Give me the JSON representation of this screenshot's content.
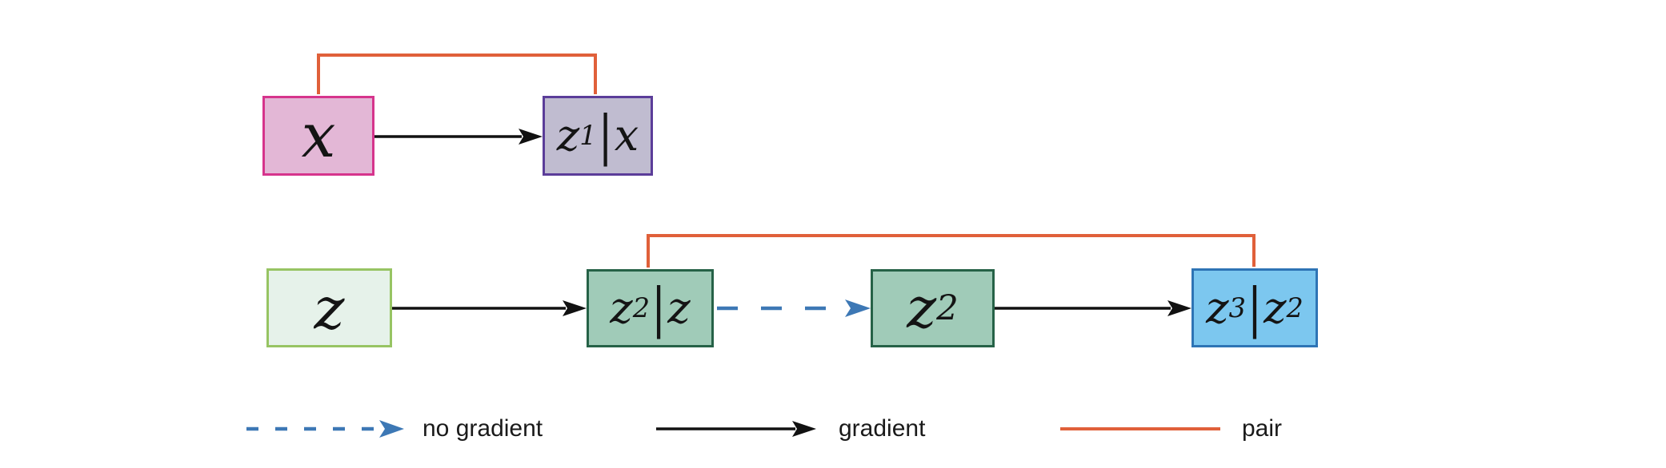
{
  "figure": {
    "type": "diagram",
    "description": "Two rows of boxes linked by gradient arrows, a no-gradient dashed arrow, and orange pair brackets"
  },
  "nodes": {
    "x": {
      "main": "x"
    },
    "z1_given_x": {
      "main": "z",
      "sub": "1",
      "bar": "|",
      "cond": "x"
    },
    "z": {
      "main": "z"
    },
    "z2_given_z": {
      "main": "z",
      "sub": "2",
      "bar": "|",
      "cond": "z"
    },
    "z2": {
      "main": "z",
      "sub": "2"
    },
    "z3_given_z2": {
      "main": "z",
      "sub": "3",
      "bar": "|",
      "cond": "z",
      "cond_sub": "2"
    }
  },
  "legend": {
    "no_gradient": "no gradient",
    "gradient": "gradient",
    "pair": "pair"
  },
  "colors": {
    "pink_fill": "#e3b7d6",
    "pink_border": "#d6348c",
    "purple_fill": "#c0bcd0",
    "purple_border": "#5b3d99",
    "mint_fill": "#e6f2ea",
    "mint_border": "#97c463",
    "green_fill": "#a0cbb8",
    "green_border": "#266247",
    "blue_fill": "#7cc7ef",
    "blue_border": "#2e74b5",
    "orange": "#e0603a",
    "no_grad_blue": "#3d78b5",
    "arrow_black": "#111111"
  }
}
